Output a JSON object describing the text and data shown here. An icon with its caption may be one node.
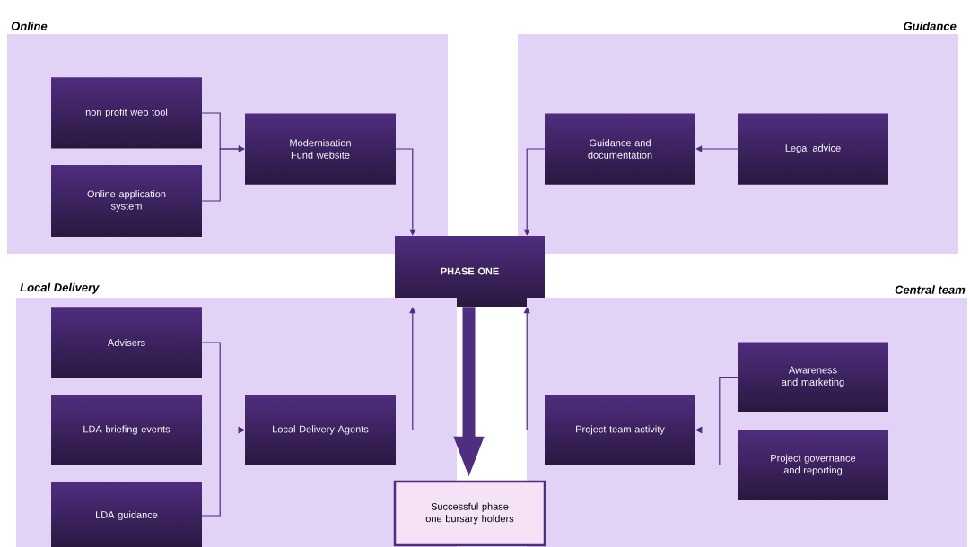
{
  "diagram": {
    "nodes": [
      {
        "text": [
          "Online"
        ]
      },
      {
        "text": [
          "non profit web tool"
        ],
        "in": 0
      },
      {
        "text": [
          "Online application system"
        ],
        "in": 0
      },
      {
        "text": [
          "Modernisation Fund website"
        ],
        "in": 0
      },
      {
        "text": [
          "Guidance"
        ]
      },
      {
        "text": [
          "Guidance and documentation"
        ],
        "in": 4
      },
      {
        "text": [
          "Legal advice"
        ],
        "in": 4
      },
      {
        "text": [
          "PHASE ONE"
        ]
      },
      {
        "text": [
          "Local Delivery"
        ]
      },
      {
        "text": [
          "Advisers"
        ],
        "in": 8
      },
      {
        "text": [
          "LDA briefing events"
        ],
        "in": 8
      },
      {
        "text": [
          "LDA guidance"
        ],
        "in": 8
      },
      {
        "text": [
          "Local Delivery Agents"
        ],
        "in": 8
      },
      {
        "text": [
          "Central team"
        ]
      },
      {
        "text": [
          "Project team activity"
        ],
        "in": 13
      },
      {
        "text": [
          "Awareness and marketing"
        ],
        "in": 13
      },
      {
        "text": [
          "Project governance and reporting"
        ],
        "in": 13
      },
      {
        "text": [
          "Successful phase one bursary holders"
        ]
      }
    ],
    "edges": [
      {
        "from": 1,
        "to": 3,
        "arrow": "to"
      },
      {
        "from": 2,
        "to": 3,
        "arrow": "to"
      },
      {
        "from": 3,
        "to": 7,
        "arrow": "to"
      },
      {
        "from": 6,
        "to": 5,
        "arrow": "to"
      },
      {
        "from": 5,
        "to": 7,
        "arrow": "to"
      },
      {
        "from": 9,
        "to": 12,
        "arrow": "to"
      },
      {
        "from": 10,
        "to": 12,
        "arrow": "to"
      },
      {
        "from": 11,
        "to": 12,
        "arrow": "to"
      },
      {
        "from": 12,
        "to": 7,
        "arrow": "to"
      },
      {
        "from": 15,
        "to": 14,
        "arrow": "to"
      },
      {
        "from": 16,
        "to": 14,
        "arrow": "to"
      },
      {
        "from": 14,
        "to": 7,
        "arrow": "to"
      },
      {
        "from": 7,
        "to": 17,
        "arrow": "to",
        "style": "thick"
      }
    ]
  }
}
